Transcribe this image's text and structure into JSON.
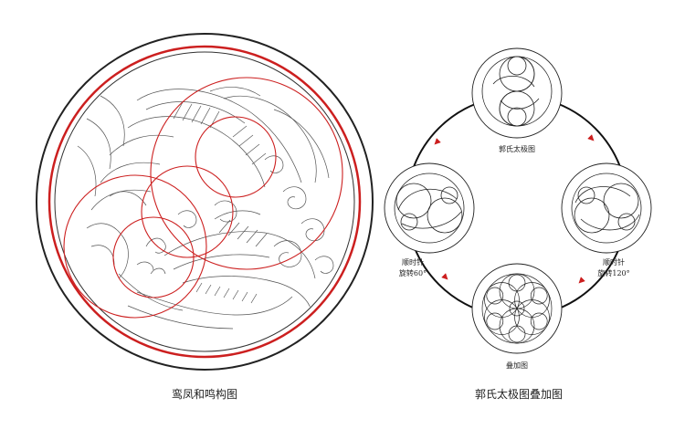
{
  "left_figure": {
    "caption": "鸾凤和鸣构图"
  },
  "right_figure": {
    "caption": "郭氏太极图叠加图",
    "nodes": [
      {
        "id": "top",
        "label": "郭氏太极图"
      },
      {
        "id": "left",
        "label_line1": "顺时针",
        "label_line2": "旋转60°"
      },
      {
        "id": "right",
        "label_line1": "顺时针",
        "label_line2": "旋转120°"
      },
      {
        "id": "bottom",
        "label": "叠加图"
      }
    ]
  },
  "colors": {
    "ink": "#222222",
    "red": "#cc1f1f"
  }
}
